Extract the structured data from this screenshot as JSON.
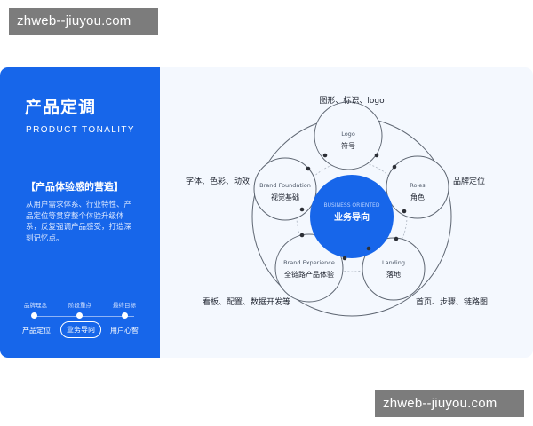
{
  "watermarks": [
    "zhweb--jiuyou.com",
    "zhweb--jiuyou.com"
  ],
  "left_panel": {
    "title": "产品定调",
    "subtitle": "PRODUCT TONALITY",
    "heading": "【产品体验感的营造】",
    "body_lines": [
      "从用户需求体系、行业特性、产",
      "品定位等贯穿整个体验升级体",
      "系，反复强调产品感受，打造深",
      "刻记忆点。"
    ],
    "timeline": {
      "top_labels": [
        "品牌理念",
        "阶段重点",
        "最终目标"
      ],
      "bottom_labels": [
        "产品定位",
        "业务导向",
        "用户心智"
      ]
    }
  },
  "diagram": {
    "center": {
      "en": "BUSINESS ORIENTED",
      "cn": "业务导向"
    },
    "nodes": [
      {
        "id": "logo",
        "en": "Logo",
        "cn": "符号",
        "outer": "图形、标识、logo"
      },
      {
        "id": "roles",
        "en": "Roles",
        "cn": "角色",
        "outer": "品牌定位"
      },
      {
        "id": "landing",
        "en": "Landing",
        "cn": "落地",
        "outer": "首页、步骤、链路图"
      },
      {
        "id": "brand-experience",
        "en": "Brand Experience",
        "cn": "全链路产品体验",
        "outer": "看板、配置、数据开发等"
      },
      {
        "id": "brand-foundation",
        "en": "Brand Foundation",
        "cn": "视觉基础",
        "outer": "字体、色彩、动效"
      }
    ]
  },
  "colors": {
    "panel_blue": "#1766ea",
    "center_blue": "#1766ea",
    "line_gray": "#5e6672",
    "bg_right": "#f4f8fe"
  }
}
